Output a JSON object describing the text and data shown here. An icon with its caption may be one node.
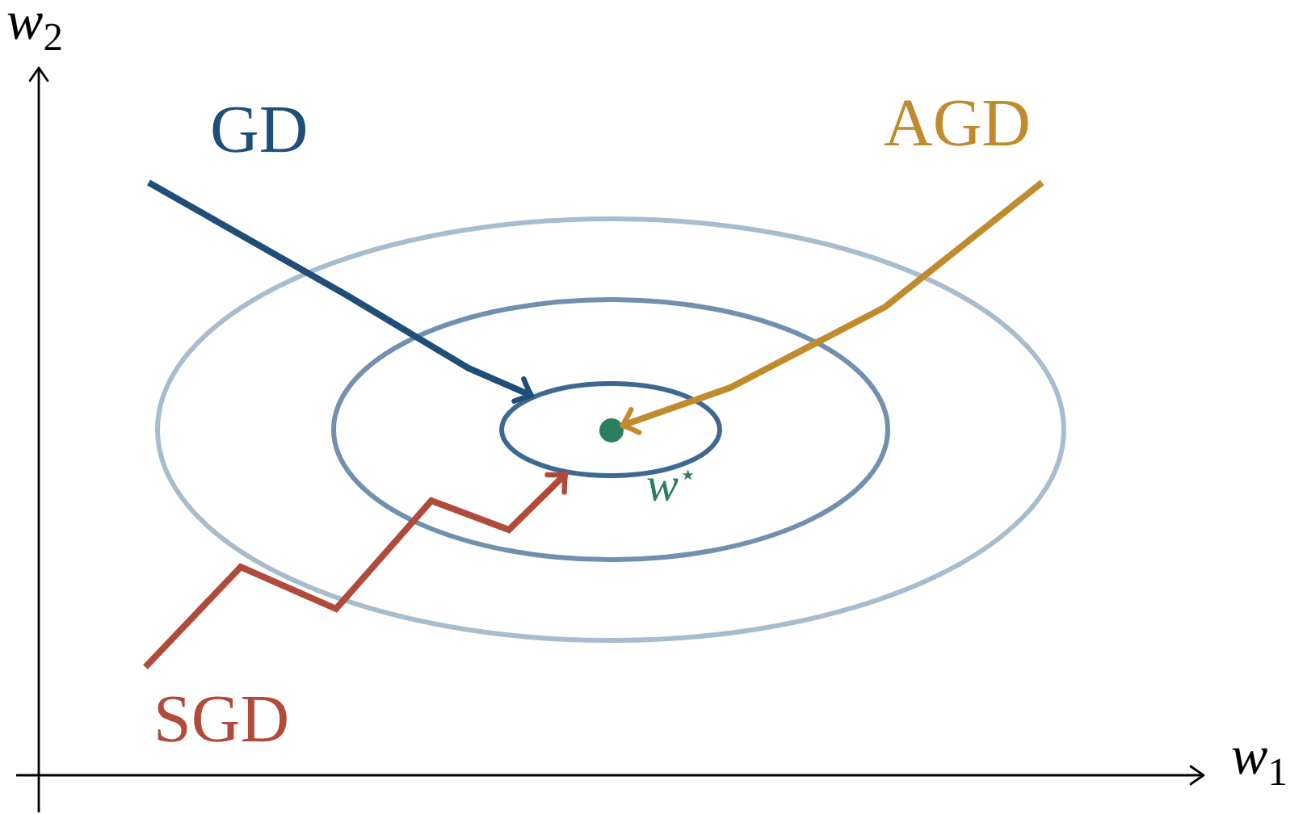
{
  "diagram": {
    "nodes": [
      {
        "text": [],
        "shape": "ellipse"
      },
      {
        "text": [],
        "shape": "ellipse",
        "in": 0
      },
      {
        "text": [],
        "shape": "ellipse",
        "in": 1
      },
      {
        "text": [],
        "shape": "circle",
        "in": 2,
        "beside": [
          "w$^{⋆}$"
        ]
      }
    ],
    "edges": [
      {
        "from": null,
        "to": 2,
        "arrow": "to",
        "label": "GD",
        "color": "#1f4e79"
      },
      {
        "from": null,
        "to": 3,
        "arrow": "to",
        "label": "AGD",
        "color": "#c08b2c"
      },
      {
        "from": null,
        "to": 2,
        "arrow": "to",
        "label": "SGD",
        "color": "#b04a3b"
      }
    ],
    "labels": [
      "w$_{2}$",
      "w$_{1}$"
    ]
  }
}
